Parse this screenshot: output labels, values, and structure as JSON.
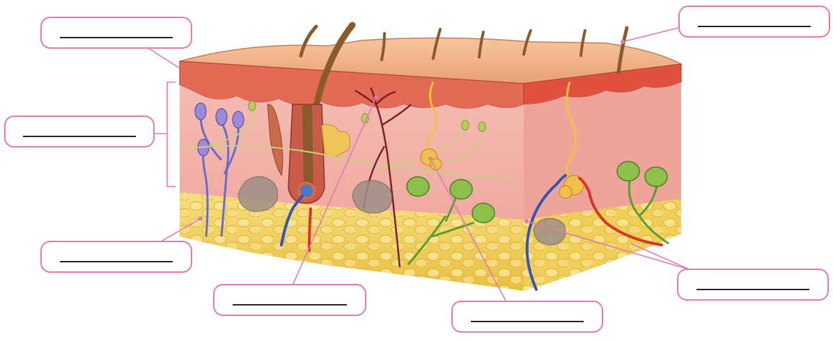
{
  "diagram": {
    "labels": [
      {
        "id": "epidermis",
        "text": ""
      },
      {
        "id": "dermis",
        "text": ""
      },
      {
        "id": "subcutaneous",
        "text": ""
      },
      {
        "id": "nerve-ending",
        "text": ""
      },
      {
        "id": "sweat-gland",
        "text": ""
      },
      {
        "id": "blood-vessels",
        "text": ""
      },
      {
        "id": "hair",
        "text": ""
      }
    ],
    "colors": {
      "label_border": "#e07bb1",
      "leader_line": "#e07bb1",
      "blank_line": "#222222",
      "epidermis": "#e98c72",
      "dermis": "#f2b2aa",
      "fat": "#f1d05a",
      "hair": "#8a5a2b",
      "artery": "#d9342b",
      "vein": "#3553b8",
      "nerve": "#7a1f2b",
      "gland": "#6aa33a"
    }
  }
}
